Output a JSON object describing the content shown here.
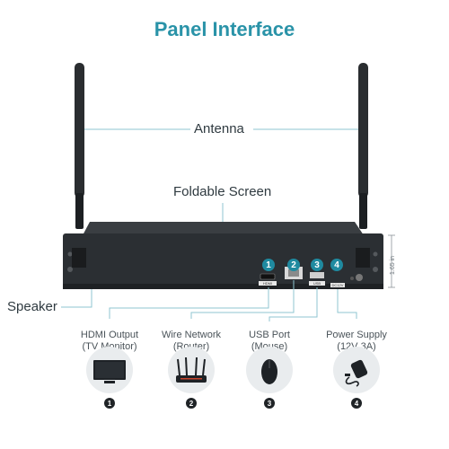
{
  "title": "Panel Interface",
  "callouts": {
    "antenna": "Antenna",
    "foldable_screen": "Foldable Screen",
    "speaker": "Speaker"
  },
  "dimension": "1.65 in",
  "ports": [
    {
      "number": "1",
      "line1": "HDMI Output",
      "line2": "(TV Monitor)",
      "icon": "tv-monitor-icon"
    },
    {
      "number": "2",
      "line1": "Wire Network",
      "line2": "(Router)",
      "icon": "router-icon"
    },
    {
      "number": "3",
      "line1": "USB Port",
      "line2": "(Mouse)",
      "icon": "mouse-icon"
    },
    {
      "number": "4",
      "line1": "Power Supply",
      "line2": "(12V 3A)",
      "icon": "power-adapter-icon"
    }
  ],
  "panel_port_labels": [
    "HDMI",
    "",
    "USB",
    "DC12V"
  ],
  "colors": {
    "accent": "#2a93a8",
    "device": "#2b2f33",
    "line": "#8fc6d2"
  }
}
